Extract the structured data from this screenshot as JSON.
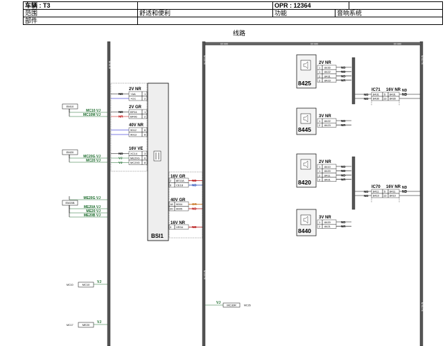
{
  "header": {
    "vehicle_label": "车辆 : T3",
    "opr_label": "OPR : 12364",
    "scope_label": "范围",
    "scope_value": "舒适和便利",
    "function_label": "功能",
    "function_value": "音响系统",
    "part_label": "部件"
  },
  "section_title": "线路",
  "bus_labels": {
    "left_bar_top": "M 61 B",
    "middle_bar_top": "M 15 T6",
    "middle_bar_bottom": "M 15 T6",
    "right_bar_top": "M 61 T6",
    "right_bar_bottom": "M 61 T6",
    "top_bus_1": "60 HA0",
    "top_bus_2": "60 HA0",
    "top_bus_3": "60 HA0"
  },
  "bsi": {
    "name": "BSI1",
    "connectors": [
      {
        "title": "2V NR",
        "rows": [
          {
            "wire": "ND",
            "pin": "+AA",
            "num": "1"
          },
          {
            "wire": "",
            "pin": "+CC",
            "num": "2"
          }
        ]
      },
      {
        "title": "2V GR",
        "rows": [
          {
            "wire": "ND",
            "pin": "BF04",
            "num": "1"
          },
          {
            "wire": "NR",
            "pin": "BF06",
            "num": "2"
          }
        ]
      },
      {
        "title": "40V NR",
        "rows": [
          {
            "wire": "",
            "pin": "9012",
            "num": "6"
          },
          {
            "wire": "",
            "pin": "9013",
            "num": "8"
          }
        ]
      },
      {
        "title": "16V VE",
        "rows": [
          {
            "wire": "ND",
            "pin": "XC14",
            "num": "3"
          },
          {
            "wire": "VJ",
            "pin": "ME20G",
            "num": "6"
          },
          {
            "wire": "VJ",
            "pin": "MC20G",
            "num": "8"
          }
        ]
      }
    ],
    "right_connectors": [
      {
        "title": "16V GR",
        "rows": [
          {
            "num": "2",
            "pin": "8E11A",
            "wire": "ND"
          },
          {
            "num": "6",
            "pin": "CE18",
            "wire": "ND"
          }
        ]
      },
      {
        "title": "40V GR",
        "rows": [
          {
            "num": "18",
            "pin": "9004",
            "wire": "OR"
          },
          {
            "num": "20",
            "pin": "9005",
            "wire": "ND"
          }
        ]
      },
      {
        "title": "16V NR",
        "rows": [
          {
            "num": "3",
            "pin": "XR34",
            "wire": "ND"
          }
        ]
      }
    ]
  },
  "left_components": [
    {
      "name": "EM10",
      "lines": [
        "MC10 VJ",
        "MC10M VJ"
      ]
    },
    {
      "name": "EM20",
      "lines": [
        "MC20G VJ",
        "MC20 VJ"
      ]
    },
    {
      "name": "",
      "lines": [
        "ME20G VJ"
      ]
    },
    {
      "name": "EM20B",
      "lines": [
        "ME20A VJ",
        "ME20 VJ",
        "ME20B VJ"
      ]
    }
  ],
  "bottom_left": [
    {
      "label": "MC10",
      "pin": "MC10",
      "wire": "VJ"
    },
    {
      "label": "MC17",
      "pin": "ME20",
      "wire": "VJ"
    }
  ],
  "middle_bottom": {
    "wire": "VJ",
    "pin": "MC30R",
    "label": "MC26"
  },
  "speakers": [
    {
      "id": "8425",
      "conn": "2V NR",
      "rows": [
        {
          "num": "1",
          "pin": "8430",
          "wire": "ND"
        },
        {
          "num": "1",
          "pin": "8422",
          "wire": "ND"
        },
        {
          "num": "2",
          "pin": "8431",
          "wire": "ND"
        },
        {
          "num": "2",
          "pin": "8423",
          "wire": "NR"
        }
      ]
    },
    {
      "id": "8445",
      "conn": "3V NR",
      "rows": [
        {
          "num": "1",
          "pin": "8422",
          "wire": "ND"
        },
        {
          "num": "2",
          "pin": "8423",
          "wire": "NR"
        }
      ]
    },
    {
      "id": "8420",
      "conn": "2V NR",
      "rows": [
        {
          "num": "1",
          "pin": "8410",
          "wire": "ND"
        },
        {
          "num": "1",
          "pin": "8420",
          "wire": "ND"
        },
        {
          "num": "2",
          "pin": "8411",
          "wire": "ND"
        },
        {
          "num": "2",
          "pin": "8421",
          "wire": "NR"
        }
      ]
    },
    {
      "id": "8440",
      "conn": "3V NR",
      "rows": [
        {
          "num": "1",
          "pin": "8420",
          "wire": "ND"
        },
        {
          "num": "2",
          "pin": "8421",
          "wire": "NR"
        }
      ]
    }
  ],
  "ic_connectors": [
    {
      "title": "IC71",
      "conn": "16V NR",
      "wires": [
        "ND",
        "ND"
      ],
      "pins": [
        "8431",
        "5",
        "8431"
      ],
      "pins2": [
        "8430",
        "13",
        "8430"
      ],
      "right": [
        "ND",
        "ND"
      ]
    },
    {
      "title": "IC70",
      "conn": "16V NR",
      "wires": [
        "ND",
        "ND"
      ],
      "pins": [
        "8411",
        "5",
        "8411"
      ],
      "pins2": [
        "8410",
        "13",
        "8410"
      ],
      "right": [
        "ND",
        "ND"
      ]
    }
  ]
}
